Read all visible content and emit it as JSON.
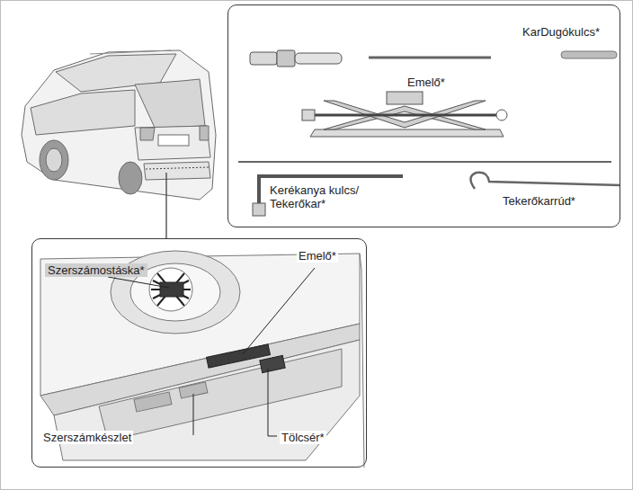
{
  "diagram": {
    "nodes": [
      {
        "text": [
          "KarDugókulcs*",
          "Emelő*",
          "Kerékanya kulcs/ Tekerőkar*",
          "Tekerőkarrúd*"
        ]
      },
      {
        "text": [
          "Szerszámostáska*",
          "Emelő*",
          "Szerszámkészlet",
          "Tölcsér*"
        ]
      }
    ]
  }
}
